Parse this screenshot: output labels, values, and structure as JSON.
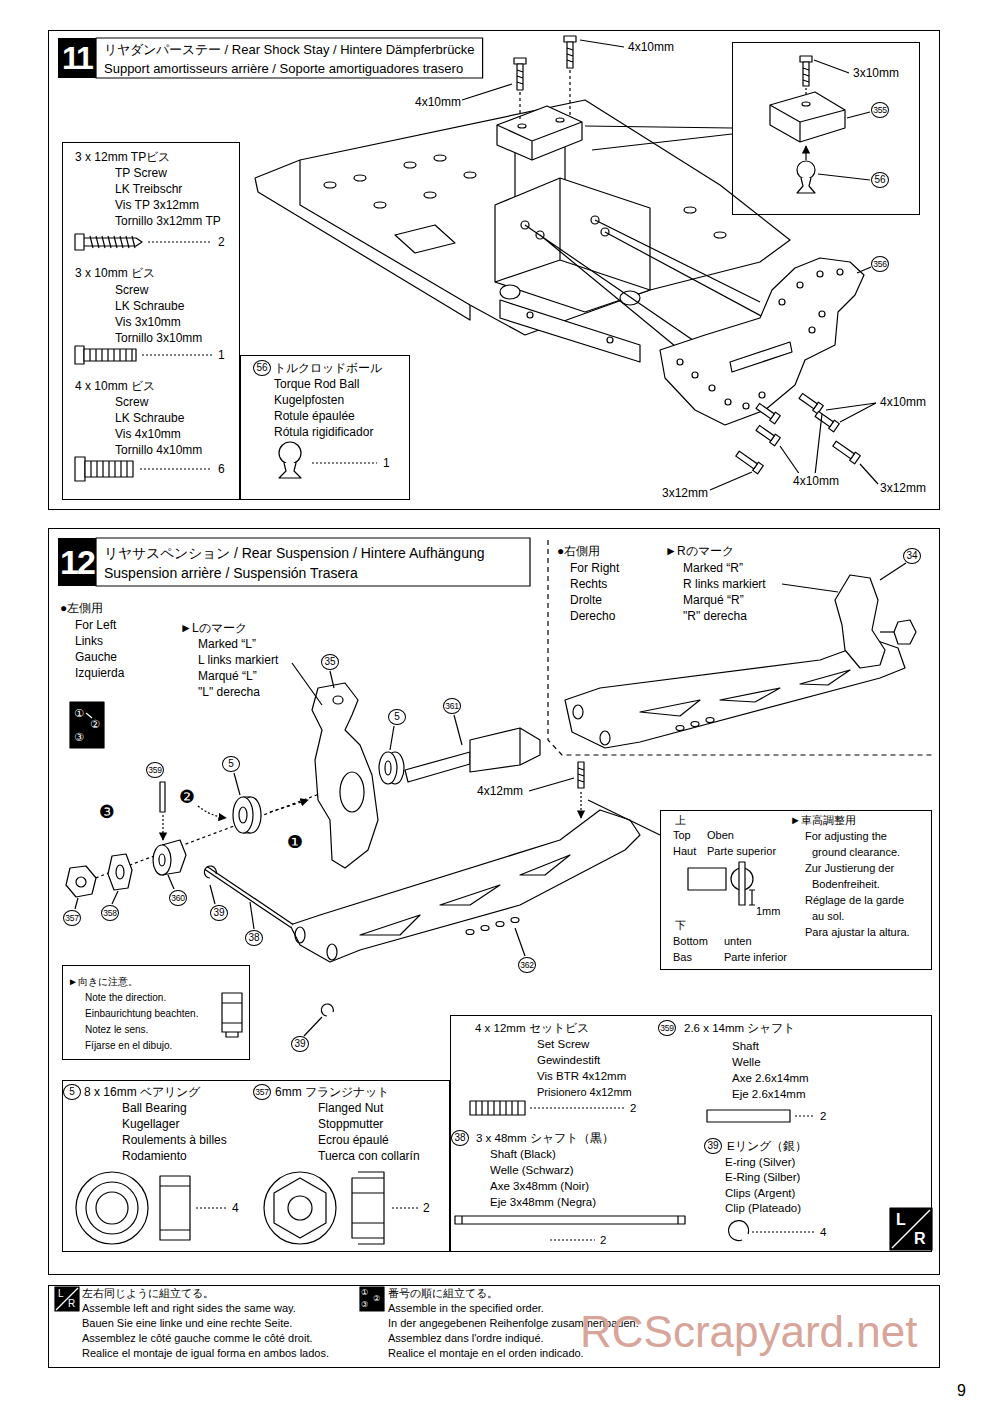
{
  "diagram": {
    "nodes": [
      {
        "text": [
          "リヤダンパーステー / Rear Shock Stay / Hintere Dämpferbrücke",
          "Support amortisseurs arrière / Soporte amortiguadores trasero"
        ]
      },
      {
        "text": [
          "11"
        ],
        "in": 0
      },
      {
        "text": [
          "3 x 12mm TPビス",
          "TP Screw",
          "LK Treibschr",
          "Vis TP 3x12mm",
          "Tornillo 3x12mm TP",
          "2",
          "3 x 10mm ビス",
          "Screw",
          "LK Schraube",
          "Vis 3x10mm",
          "Tornillo 3x10mm",
          "1",
          "4 x 10mm ビス",
          "Screw",
          "LK Schraube",
          "Vis 4x10mm",
          "Tornillo 4x10mm",
          "6"
        ],
        "in": 0
      },
      {
        "text": [
          "56",
          "トルクロッドボール",
          "Torque Rod Ball",
          "Kugelpfosten",
          "Rotule épaulée",
          "Rótula rigidificador",
          "1"
        ],
        "in": 0
      },
      {
        "text": [
          "3x10mm",
          "355",
          "56"
        ],
        "in": 0
      },
      {
        "text": [
          "リヤサスペンション / Rear Suspension / Hintere Aufhängung",
          "Suspension arrière / Suspensión Trasera"
        ]
      },
      {
        "text": [
          "12"
        ],
        "in": 5
      },
      {
        "text": [
          "●右側用",
          "For Right",
          "Rechts",
          "Drolte",
          "Derecho",
          "►Rのマーク",
          "Marked “R”",
          "R links markiert",
          "Marqué “R”",
          "\"R\" derecha",
          "34"
        ],
        "in": 5
      },
      {
        "text": [
          "上",
          "Top",
          "Oben",
          "Haut",
          "Parte superior",
          "下",
          "Bottom",
          "unten",
          "Bas",
          "Parte inferior",
          "►車高調整用",
          "For adjusting the",
          "ground clearance.",
          "Zur Justierung der",
          "Bodenfreiheit.",
          "Réglage de la garde",
          "au sol.",
          "Para ajustar la altura.",
          "1mm"
        ],
        "in": 5
      },
      {
        "text": [
          "►向きに注意。",
          "Note the direction.",
          "Einbaurichtung beachten.",
          "Notez le sens.",
          "Fíjarse en el dibujo."
        ],
        "in": 5
      },
      {
        "text": [
          "5",
          "8 x 16mm ベアリング",
          "Ball Bearing",
          "Kugellager",
          "Roulements à billes",
          "Rodamiento",
          "4",
          "357",
          "6mm フランジナット",
          "Flanged Nut",
          "Stoppmutter",
          "Ecrou épaulé",
          "Tuerca con collarín",
          "2"
        ],
        "in": 5
      },
      {
        "text": [
          "4 x 12mm セットビス",
          "Set Screw",
          "Gewindestift",
          "Vis BTR 4x12mm",
          "Prisionero 4x12mm",
          "2",
          "38",
          "3 x 48mm シャフト（黒）",
          "Shaft (Black)",
          "Welle (Schwarz)",
          "Axe 3x48mm (Noir)",
          "Eje 3x48mm (Negra)",
          "2",
          "359",
          "2.6 x 14mm シャフト",
          "Shaft",
          "Welle",
          "Axe 2.6x14mm",
          "Eje 2.6x14mm",
          "2",
          "39",
          "Eリング（銀）",
          "E-ring (Silver)",
          "E-Ring (Silber)",
          "Clips (Argent)",
          "Clip (Plateado)",
          "4"
        ],
        "in": 5
      },
      {
        "text": [
          "左右同じように組立てる。",
          "Assemble left and right sides the same way.",
          "Bauen Sie eine linke und eine rechte Seite.",
          "Assemblez le côté gauche comme le côté droit.",
          "Realice el montaje de igual forma en ambos lados.",
          "番号の順に組立てる。",
          "Assemble in the specified order.",
          "In der angegebenen Reihenfolge zusammenbauen.",
          "Assemblez dans l'ordre indiqué.",
          "Realice el montaje en el orden indicado."
        ]
      }
    ],
    "labels": [
      "4x10mm",
      "4x10mm",
      "356",
      "4x10mm",
      "4x10mm",
      "3x12mm",
      "3x12mm",
      "●左側用",
      "For Left",
      "Links",
      "Gauche",
      "Izquierda",
      "►Lのマーク",
      "Marked “L”",
      "L links markiert",
      "Marqué “L”",
      "\"L\" derecha",
      "①",
      "②",
      "③",
      "35",
      "5",
      "5",
      "361",
      "359",
      "❷",
      "❸",
      "❶",
      "357",
      "358",
      "360",
      "39",
      "38",
      "362",
      "39",
      "4x12mm",
      "L",
      "R",
      "L",
      "R",
      "①",
      "②",
      "③",
      "RCScrapyard.net",
      "9"
    ]
  }
}
